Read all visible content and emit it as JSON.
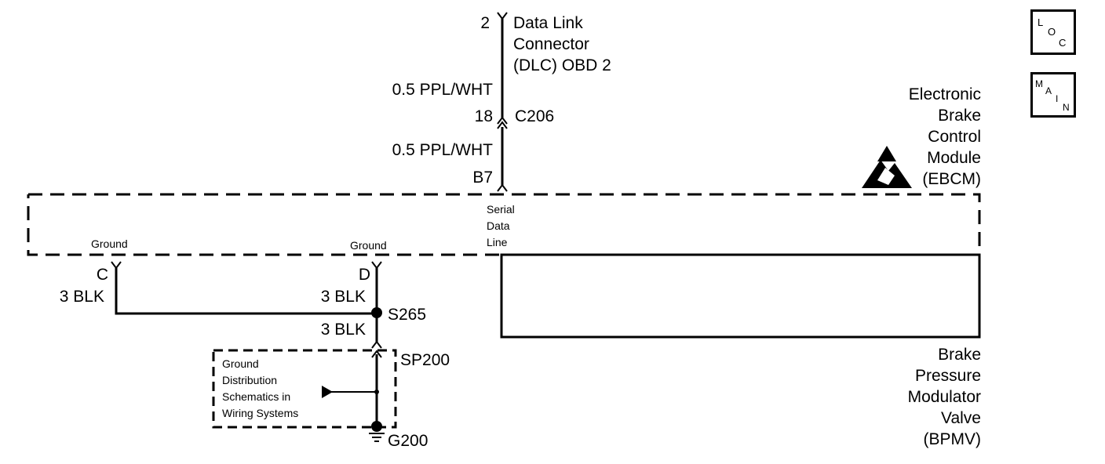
{
  "dlc": {
    "pin": "2",
    "label_lines": [
      "Data Link",
      "Connector",
      "(DLC) OBD 2"
    ]
  },
  "wire_upper": {
    "label": "0.5 PPL/WHT"
  },
  "connector_c206": {
    "pin": "18",
    "label": "C206"
  },
  "wire_lower": {
    "label": "0.5 PPL/WHT"
  },
  "ebcm_pin": {
    "label": "B7"
  },
  "ebcm": {
    "label_lines": [
      "Electronic",
      "Brake",
      "Control",
      "Module",
      "(EBCM)"
    ]
  },
  "serial_data": {
    "label_lines": [
      "Serial",
      "Data",
      "Line"
    ]
  },
  "ground_c": {
    "label": "Ground",
    "pin": "C",
    "wire": "3 BLK"
  },
  "ground_d": {
    "label": "Ground",
    "pin": "D",
    "wire": "3 BLK"
  },
  "splice": {
    "label": "S265",
    "wire_below": "3 BLK"
  },
  "sp200": {
    "label": "SP200"
  },
  "ground_dist": {
    "label_lines": [
      "Ground",
      "Distribution",
      "Schematics in",
      "Wiring Systems"
    ]
  },
  "g200": {
    "label": "G200"
  },
  "bpmv": {
    "label_lines": [
      "Brake",
      "Pressure",
      "Modulator",
      "Valve",
      "(BPMV)"
    ]
  },
  "nav": {
    "loc": {
      "chars": [
        "L",
        "O",
        "C"
      ]
    },
    "main": {
      "chars": [
        "M",
        "A",
        "I",
        "N"
      ]
    }
  }
}
